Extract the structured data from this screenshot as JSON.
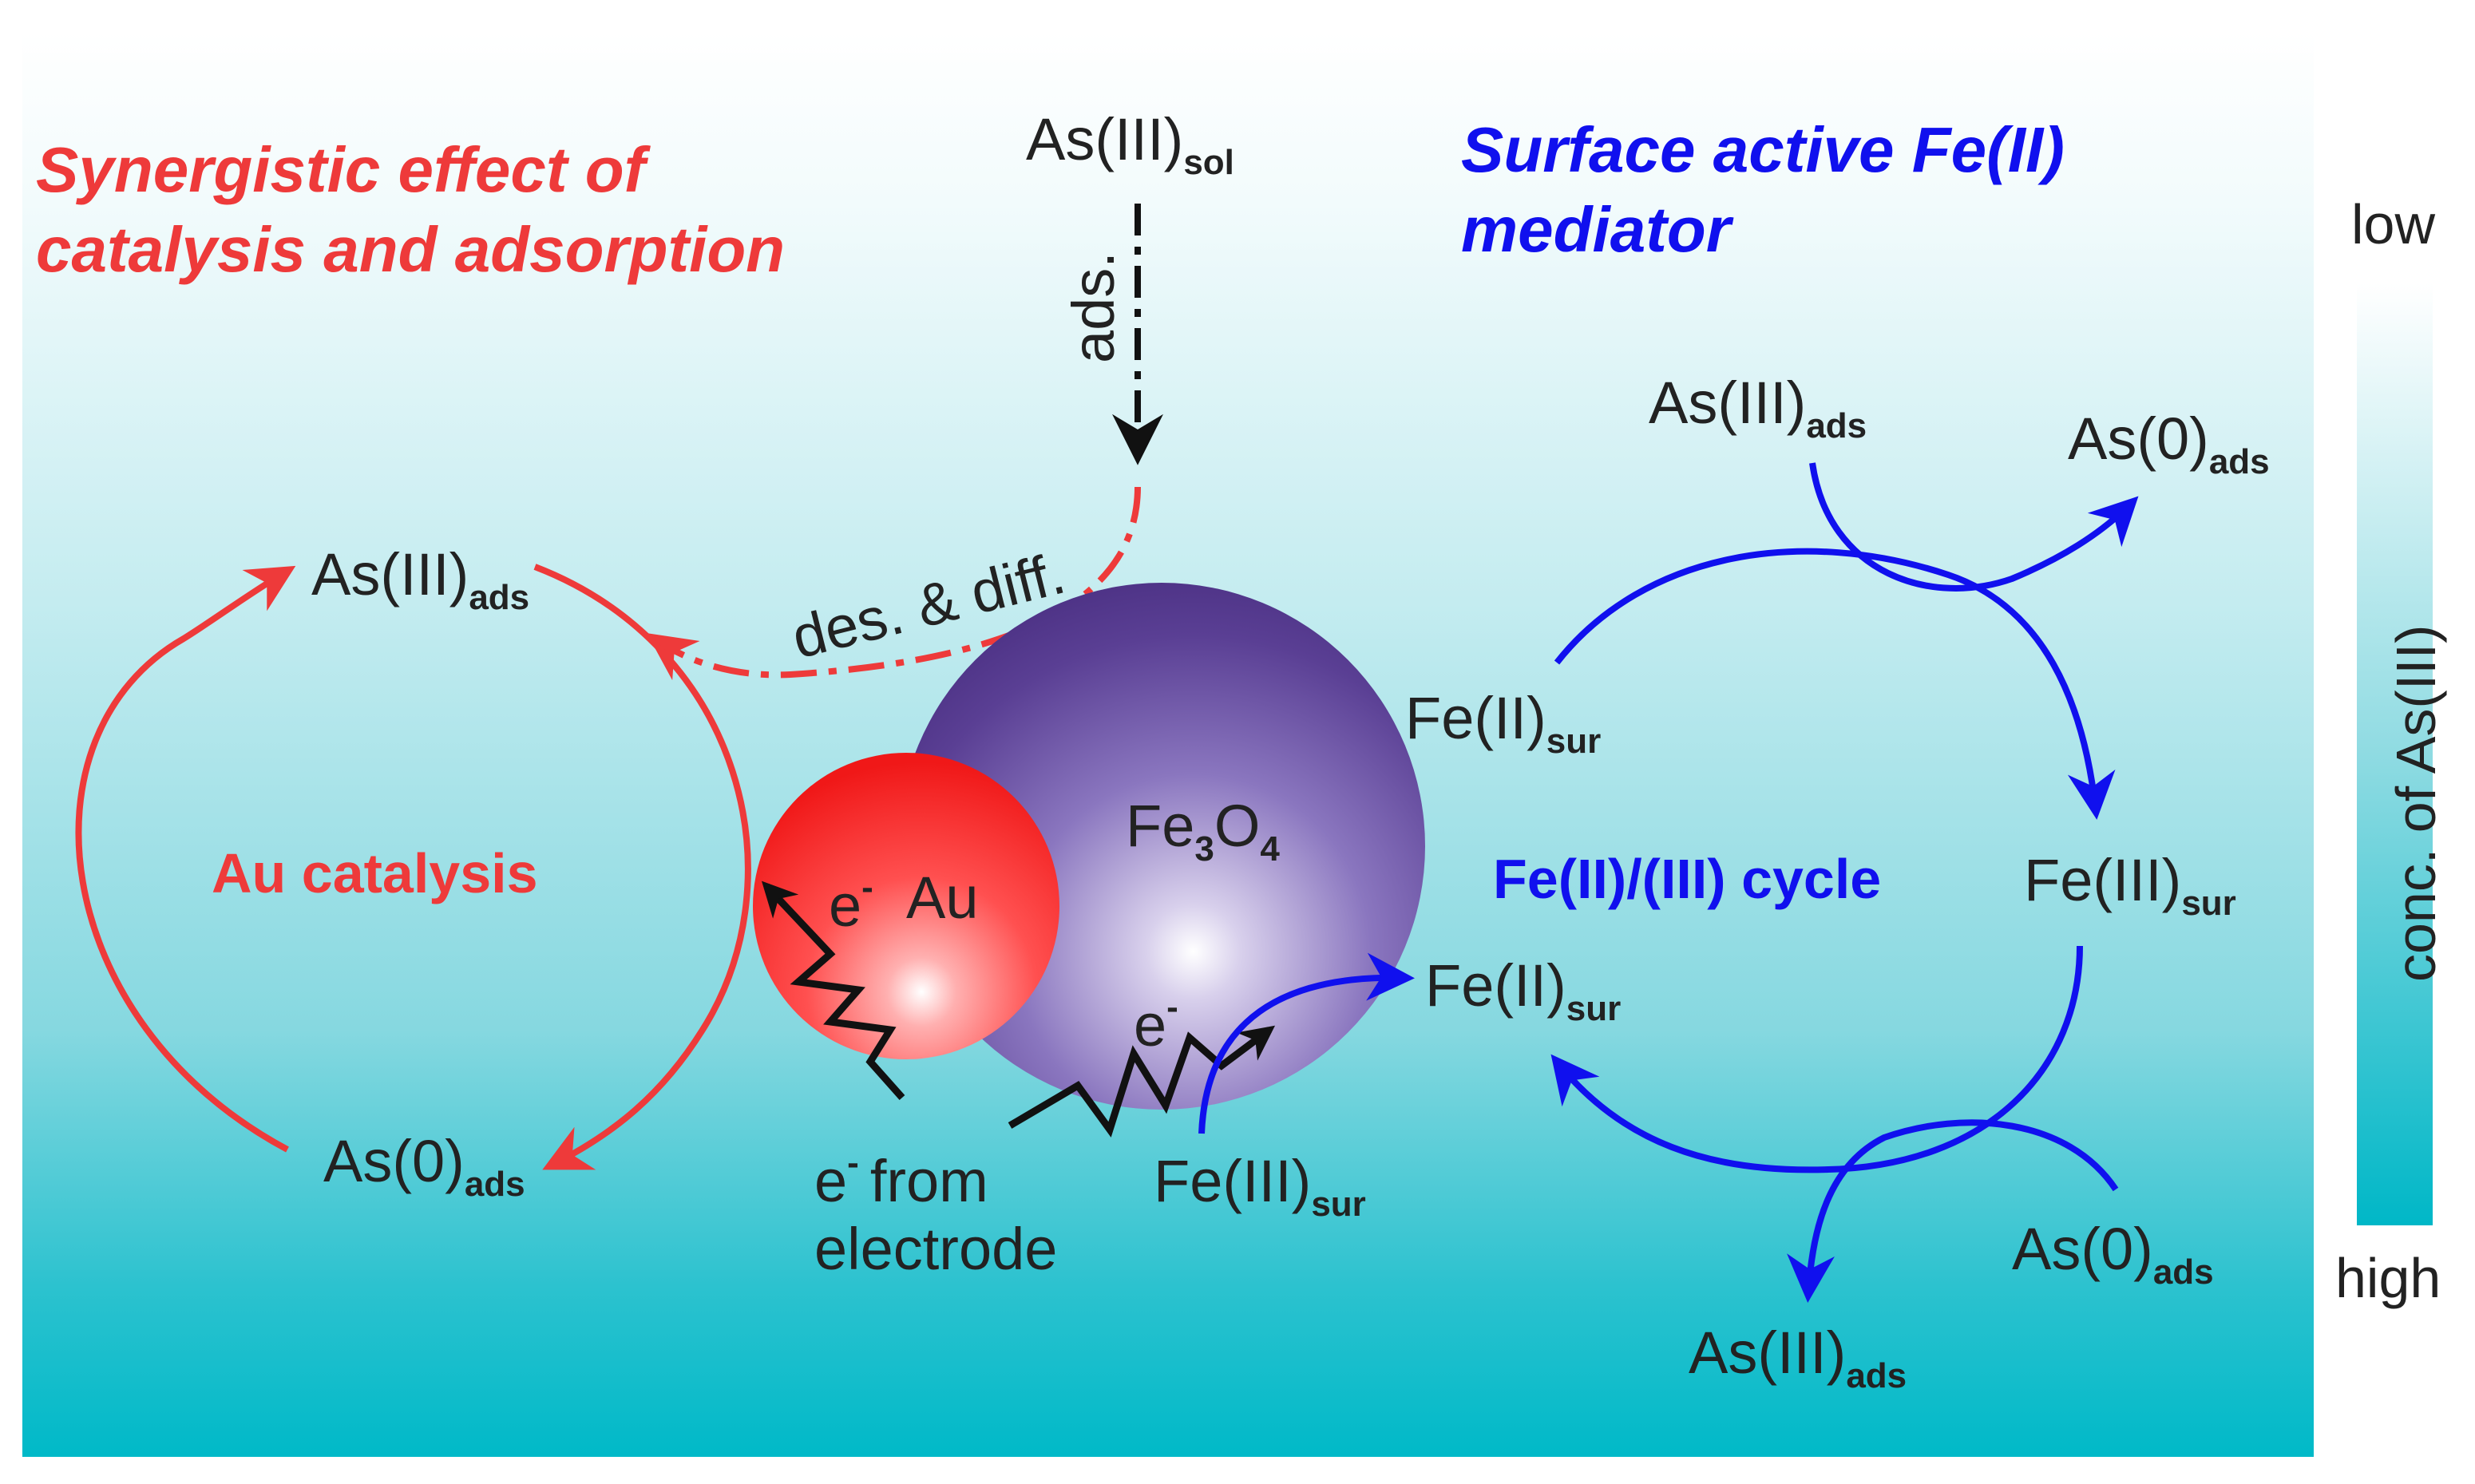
{
  "titles": {
    "left_line1": "Synergistic effect of",
    "left_line2": "catalysis and adsorption",
    "right_line1": "Surface active Fe(II)",
    "right_line2": "mediator"
  },
  "labels": {
    "as3_sol": {
      "main": "As(III)",
      "sub": "sol"
    },
    "ads": "ads.",
    "des_diff": "des. & diff.",
    "left_as3_ads": {
      "main": "As(III)",
      "sub": "ads"
    },
    "left_as0_ads": {
      "main": "As(0)",
      "sub": "ads"
    },
    "au_catalysis": "Au catalysis",
    "au_particle": "Au",
    "electron": "e",
    "electron_sup": "-",
    "fe3o4": {
      "a": "Fe",
      "b": "3",
      "c": "O",
      "d": "4"
    },
    "e_from_line1": "from",
    "e_from_line2": "electrode",
    "fe3_sur_bottom": {
      "main": "Fe(III)",
      "sub": "sur"
    },
    "fe2_sur_upper": {
      "main": "Fe(II)",
      "sub": "sur"
    },
    "fe2_sur_lower": {
      "main": "Fe(II)",
      "sub": "sur"
    },
    "fe3_sur_right": {
      "main": "Fe(III)",
      "sub": "sur"
    },
    "fe_cycle": "Fe(II)/(III) cycle",
    "right_as3_ads_top": {
      "main": "As(III)",
      "sub": "ads"
    },
    "right_as0_ads_top": {
      "main": "As(0)",
      "sub": "ads"
    },
    "right_as0_ads_bottom": {
      "main": "As(0)",
      "sub": "ads"
    },
    "right_as3_ads_bottom": {
      "main": "As(III)",
      "sub": "ads"
    }
  },
  "scale": {
    "low": "low",
    "high": "high",
    "title": "conc. of As(III)"
  },
  "colors": {
    "red": "#ee3a3a",
    "blue": "#1010ee",
    "black": "#111111",
    "bg_top": "#ffffff",
    "bg_bottom": "#00b7c7"
  }
}
